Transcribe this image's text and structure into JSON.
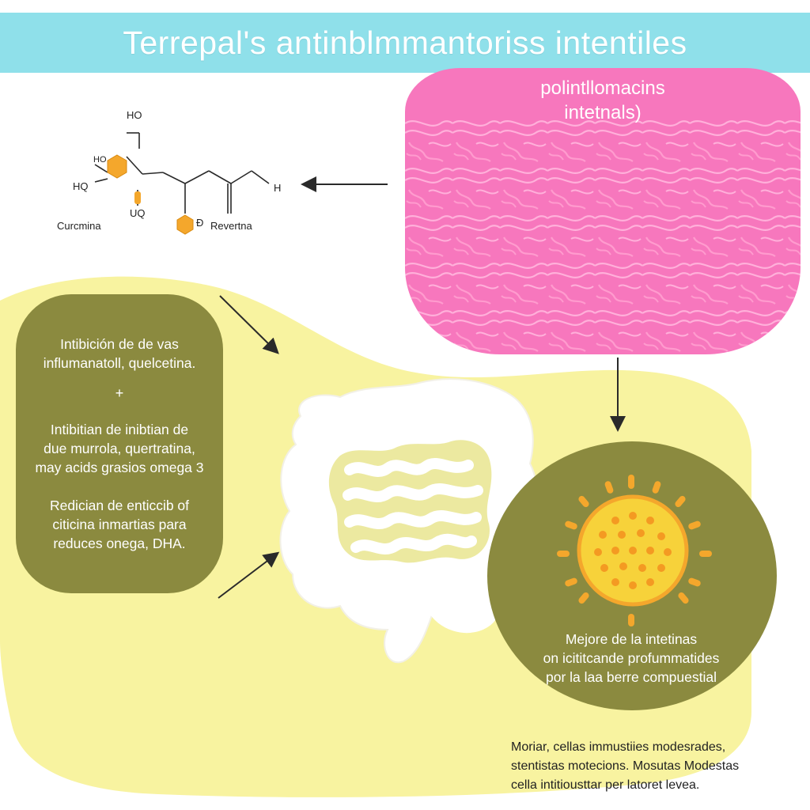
{
  "colors": {
    "banner": "#8fe0ea",
    "pink": "#f777bd",
    "olive": "#8b8a3f",
    "yellow": "#f8f3a0",
    "orange": "#f4a72c",
    "cell_core": "#f7d23a"
  },
  "header": {
    "title": "Terrepal's antinblmmantoriss intentiles"
  },
  "pink_panel": {
    "title": "polintllomacins\nintetnals)"
  },
  "molecule": {
    "labels": {
      "ho_top": "HO",
      "ho_upper": "HO",
      "ho_lower": "HQ",
      "uq": "UQ",
      "d": "Ð",
      "h": "H",
      "curcumina": "Curcmina",
      "revertna": "Revertna"
    }
  },
  "olive_box": {
    "para1": "Intibición de de vas\ninflumanatoll, quelcetina.",
    "plus": "+",
    "para2": "Intibitian de inibtian de\ndue murrola, quertratina,\nmay acids grasios omega 3",
    "para3": "Redician de enticcib of\nciticina inmartias para\nreduces onega, DHA."
  },
  "cell_panel": {
    "caption": "Mejore de la intetinas\non icititcande profummatides\npor la laa berre compuestial"
  },
  "footer_note": {
    "text": "Moriar, cellas immustiies modesrades,\nstentistas motecions. Mosutas Modestas\ncella intitiousttar per latoret levea."
  }
}
